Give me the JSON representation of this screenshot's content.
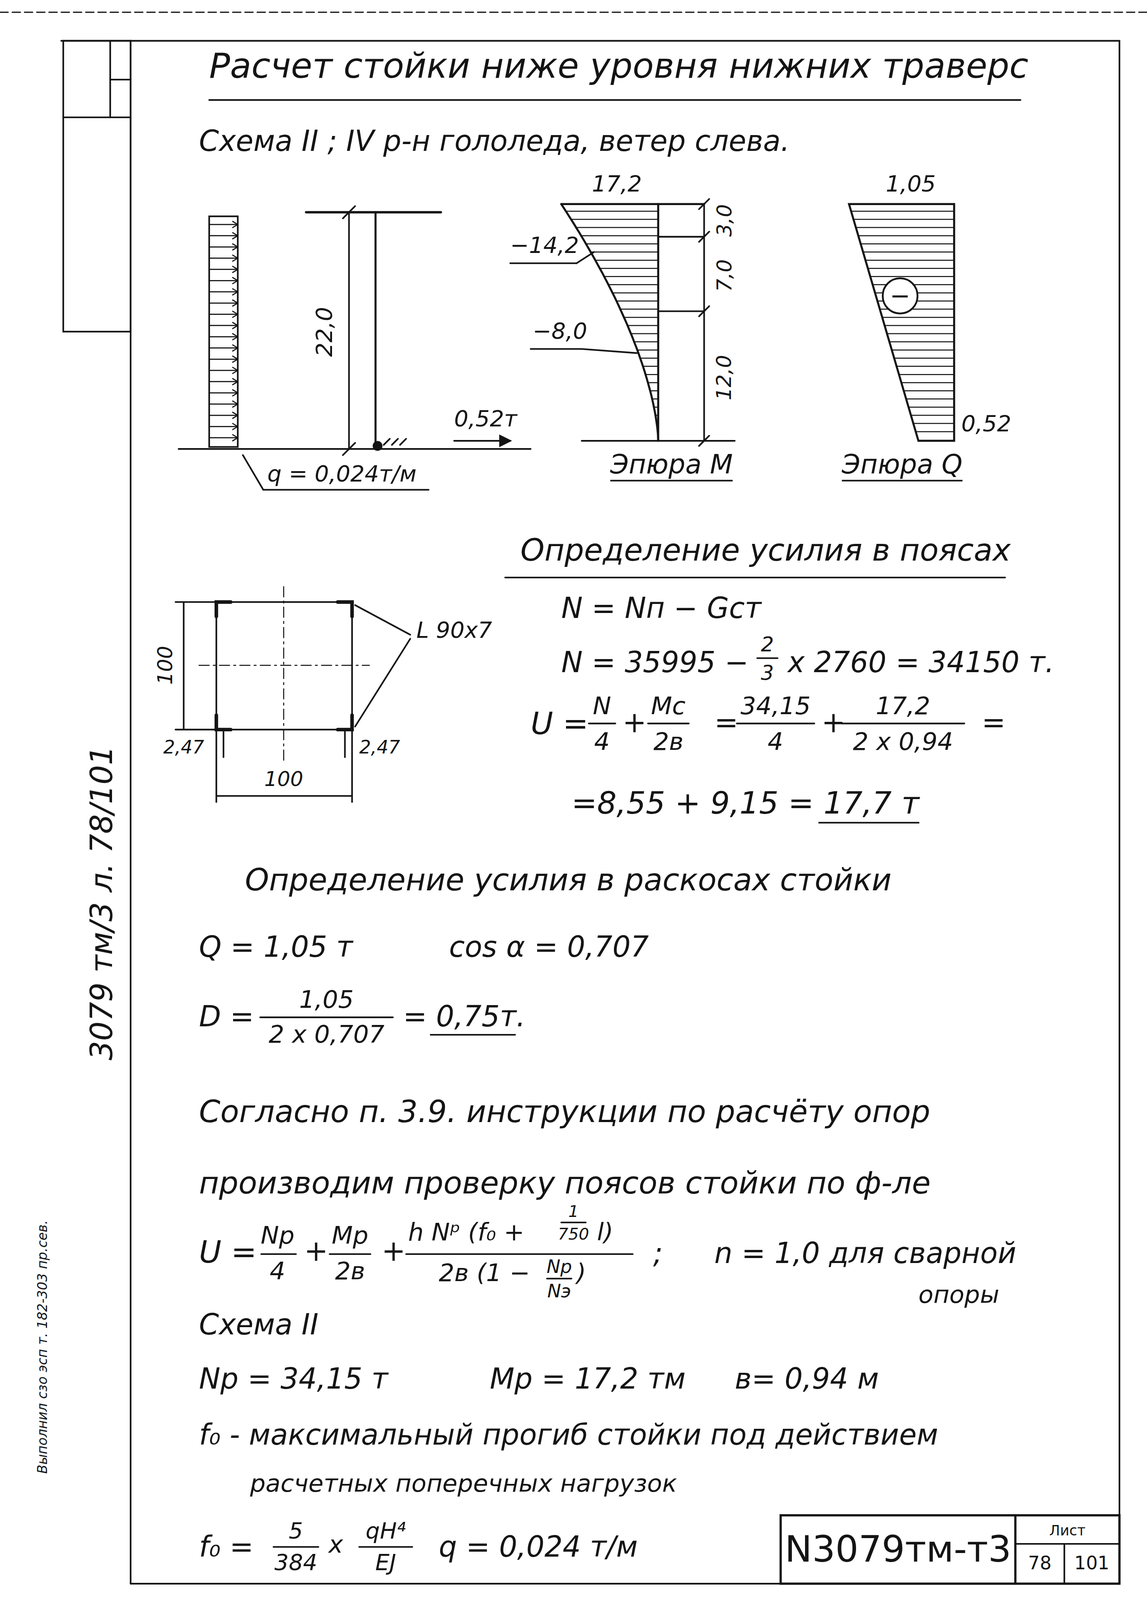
{
  "diagram": {
    "title": "Расчет стойки ниже уровня нижних траверс",
    "nodes": [
      {
        "text": [
          "−"
        ]
      }
    ],
    "labels": [
      "Схема II ; IV р-н гололеда, ветер слева.",
      "22,0",
      "0,52т",
      "q = 0,024т/м",
      "17,2",
      "3,0",
      "−14,2",
      "7,0",
      "−8,0",
      "12,0",
      "Эпюра М",
      "1,05",
      "0,52",
      "Эпюра Q",
      "Определение усилия в поясах",
      "100",
      "L 90x7",
      "2,47",
      "2,47",
      "100",
      "N = Nп − Gст",
      "N = 35995 −",
      "2",
      "3",
      "x 2760 = 34150 т.",
      "U =",
      "N",
      "4",
      "+",
      "Mc",
      "2в",
      "=",
      "34,15",
      "4",
      "+",
      "17,2",
      "2 x 0,94",
      "=",
      "=8,55 + 9,15 = 17,7 т",
      "Определение усилия в раскосах стойки",
      "Q = 1,05 т",
      "cos α = 0,707",
      "D =",
      "1,05",
      "2 x 0,707",
      "= 0,75т.",
      "Согласно п. 3.9. инструкции по расчёту опор",
      "производим проверку поясов стойки по ф-ле",
      "U =",
      "Np",
      "4",
      "+",
      "Mp",
      "2в",
      "+",
      "h Nᵖ (f₀ +",
      "1",
      "750",
      "l)",
      "2в (1 −",
      "Np",
      "Nэ",
      ")",
      ";",
      "n = 1,0 для сварной",
      "опоры",
      "Схема II",
      "Np = 34,15 т",
      "Mp = 17,2 тм",
      "в= 0,94 м",
      "f₀ - максимальный прогиб стойки под действием",
      "расчетных поперечных нагрузок",
      "f₀ =",
      "5",
      "384",
      "x",
      "qH⁴",
      "EJ",
      "q = 0,024 т/м",
      "N3079тм-т3",
      "Лист",
      "78",
      "101",
      "3079 тм/3 л. 78/101",
      "Выполнил сзо эсп т. 182-303 пр.сев."
    ]
  }
}
